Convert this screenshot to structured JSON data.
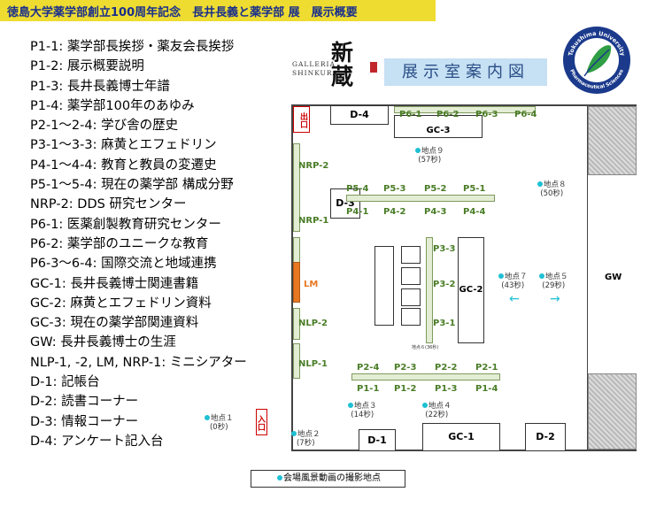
{
  "header": {
    "title": "徳島大学薬学部創立100周年記念　長井長義と薬学部 展　展示概要"
  },
  "legend": [
    "P1-1: 薬学部長挨拶・薬友会長挨拶",
    "P1-2: 展示概要説明",
    "P1-3: 長井長義博士年譜",
    "P1-4: 薬学部100年のあゆみ",
    "P2-1～2-4: 学び舎の歴史",
    "P3-1～3-3: 麻黄とエフェドリン",
    "P4-1～4-4: 教育と教員の変遷史",
    "P5-1～5-4: 現在の薬学部 構成分野",
    "NRP-2: DDS 研究センター",
    "P6-1: 医薬創製教育研究センター",
    "P6-2: 薬学部のユニークな教育",
    "P6-3～6-4: 国際交流と地域連携",
    "GC-1: 長井長義博士関連書籍",
    "GC-2: 麻黄とエフェドリン資料",
    "GC-3: 現在の薬学部関連資料",
    "GW: 長井長義博士の生涯",
    "NLP-1, -2, LM, NRP-1: ミニシアター",
    "D-1: 記帳台",
    "D-2: 読書コーナー",
    "D-3: 情報コーナー",
    "D-4: アンケート記入台"
  ],
  "logo": {
    "roman": "GALLERIA SHINKURA",
    "kanji": "新蔵"
  },
  "univ_logo": {
    "top_text": "Tokushima University",
    "bottom_text": "Pharmaceutical Sciences"
  },
  "map_title": "展示室案内図",
  "map": {
    "exit": "出口",
    "entrance": "入口",
    "rooms": {
      "d4": "D-4",
      "d3": "D-3",
      "d1": "D-1",
      "d2": "D-2",
      "gc1": "GC-1",
      "gc2": "GC-2",
      "gc3": "GC-3",
      "gw": "GW",
      "lm": "LM"
    },
    "panels": {
      "p6": [
        "P6-1",
        "P6-2",
        "P6-3",
        "P6-4"
      ],
      "p5": [
        "P5-4",
        "P5-3",
        "P5-2",
        "P5-1"
      ],
      "p4": [
        "P4-1",
        "P4-2",
        "P4-3",
        "P4-4"
      ],
      "p3": [
        "P3-3",
        "P3-2",
        "P3-1"
      ],
      "p2": [
        "P2-4",
        "P2-3",
        "P2-2",
        "P2-1"
      ],
      "p1": [
        "P1-1",
        "P1-2",
        "P1-3",
        "P1-4"
      ],
      "nrp2": "NRP-2",
      "nrp1": "NRP-1",
      "nlp2": "NLP-2",
      "nlp1": "NLP-1"
    },
    "points": {
      "p1": {
        "label": "地点１",
        "time": "(0秒)"
      },
      "p2": {
        "label": "地点２",
        "time": "(7秒)"
      },
      "p3": {
        "label": "地点３",
        "time": "(14秒)"
      },
      "p4": {
        "label": "地点４",
        "time": "(22秒)"
      },
      "p5": {
        "label": "地点５",
        "time": "(29秒)"
      },
      "p6": {
        "label": "地点６",
        "time": "(36秒)"
      },
      "p7": {
        "label": "地点７",
        "time": "(43秒)"
      },
      "p8": {
        "label": "地点８",
        "time": "(50秒)"
      },
      "p9": {
        "label": "地点９",
        "time": "(57秒)"
      }
    },
    "arrows": {
      "left": "←",
      "right": "→"
    }
  },
  "footer": {
    "label": "会場風景動画の撮影地点"
  },
  "colors": {
    "header_bg": "#eedc31",
    "header_text": "#1a2f8a",
    "panel_green": "#4a7d27",
    "point_cyan": "#1fc0d3",
    "title_bg": "#c6e0f4",
    "lm_orange": "#e87722"
  }
}
